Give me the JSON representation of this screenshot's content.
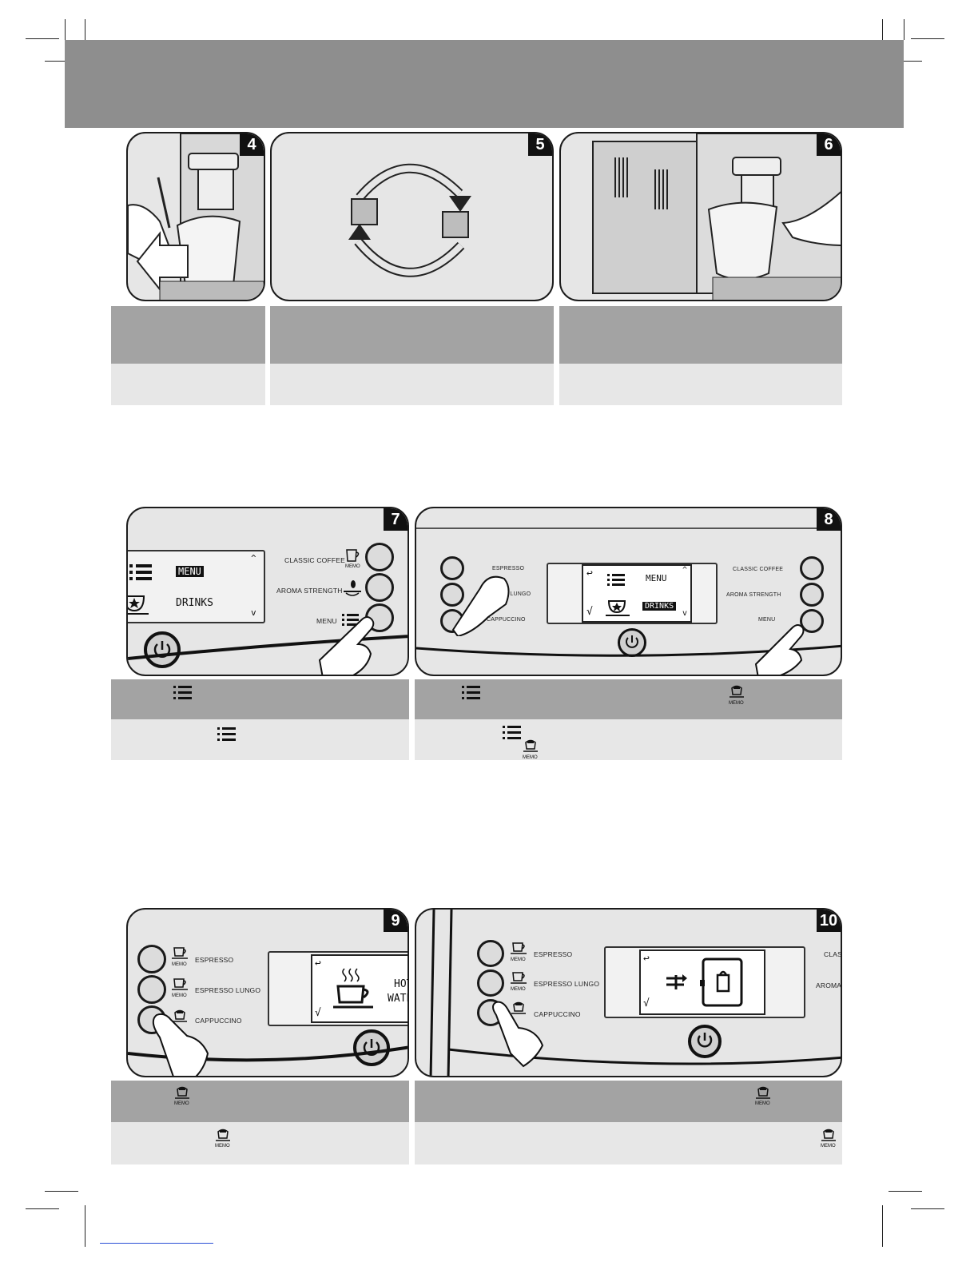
{
  "header": {
    "color": "#8e8e8e"
  },
  "steps": {
    "s4": {
      "number": "4"
    },
    "s5": {
      "number": "5"
    },
    "s6": {
      "number": "6"
    },
    "s7": {
      "number": "7",
      "labels": {
        "classic": "CLASSIC COFFEE",
        "aroma": "AROMA STRENGTH",
        "menu": "MENU"
      },
      "memo": "MEMO",
      "lcd": {
        "menu": "MENU",
        "drinks": "DRINKS"
      }
    },
    "s8": {
      "number": "8",
      "labels_left": {
        "espresso": "ESPRESSO",
        "lungo": "ESSO LUNGO",
        "cappuccino": "CAPPUCCINO"
      },
      "labels_right": {
        "classic": "CLASSIC COFFEE",
        "aroma": "AROMA STRENGTH",
        "menu": "MENU"
      },
      "memo": "MEMO",
      "lcd": {
        "menu": "MENU",
        "drinks": "DRINKS",
        "check": "√"
      }
    },
    "s9": {
      "number": "9",
      "labels": {
        "espresso": "ESPRESSO",
        "lungo": "ESPRESSO LUNGO",
        "cappuccino": "CAPPUCCINO"
      },
      "memo": "MEMO",
      "lcd": {
        "hot": "HOT",
        "water": "WATE",
        "check": "√"
      }
    },
    "s10": {
      "number": "10",
      "labels": {
        "espresso": "ESPRESSO",
        "lungo": "ESPRESSO LUNGO",
        "cappuccino": "CAPPUCCINO",
        "classic_cut": "CLASS",
        "aroma_cut": "AROMA S"
      },
      "memo": "MEMO",
      "lcd": {
        "check": "√"
      }
    }
  },
  "captions": {
    "memo": "MEMO"
  },
  "icons": [
    "menu-list-icon",
    "cappuccino-memo-icon",
    "power-icon",
    "back-arrow-icon",
    "cup-icon",
    "bean-icon"
  ]
}
